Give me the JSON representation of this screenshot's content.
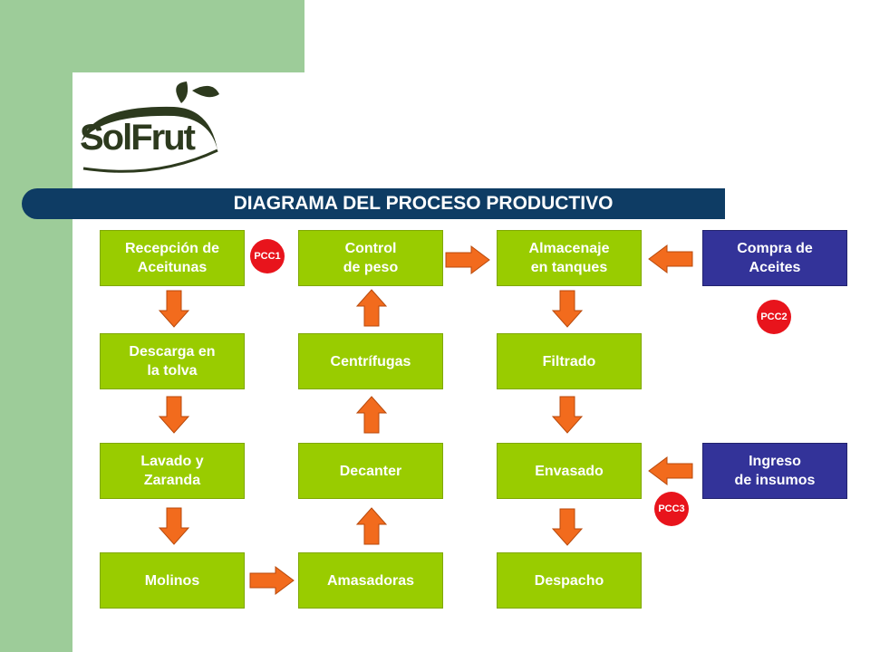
{
  "title": "DIAGRAMA DEL PROCESO PRODUCTIVO",
  "logo": {
    "text": "SolFrut"
  },
  "colors": {
    "process_box": "#99cc00",
    "input_box": "#333399",
    "arrow": "#f26b1d",
    "control_point": "#e8141c",
    "title_bar": "#0e3c64",
    "side_band": "#9dcc99"
  },
  "nodes": {
    "recepcion": "Recepción de\nAceitunas",
    "descarga": "Descarga en\nla tolva",
    "lavado": "Lavado y\nZaranda",
    "molinos": "Molinos",
    "control": "Control\nde peso",
    "centrifugas": "Centrífugas",
    "decanter": "Decanter",
    "amasadoras": "Amasadoras",
    "almacenaje": "Almacenaje\nen tanques",
    "filtrado": "Filtrado",
    "envasado": "Envasado",
    "despacho": "Despacho",
    "compra": "Compra de\nAceites",
    "ingreso": "Ingreso\nde insumos"
  },
  "control_points": {
    "pcc1": "PCC1",
    "pcc2": "PCC2",
    "pcc3": "PCC3"
  }
}
